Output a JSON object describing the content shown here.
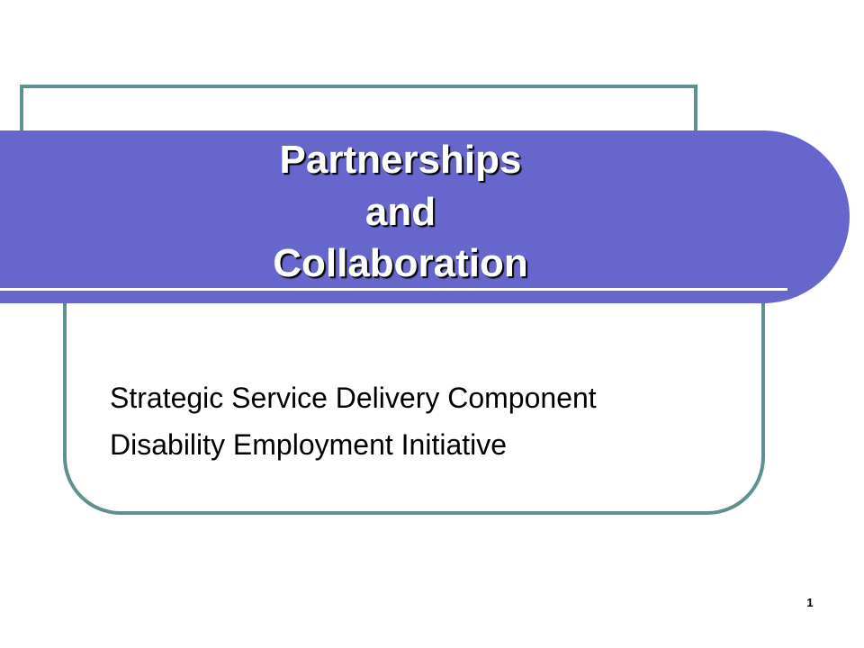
{
  "slide": {
    "title_lines": [
      "Partnerships",
      "and",
      "Collaboration"
    ],
    "subtitle_lines": [
      "Strategic Service Delivery Component",
      "Disability Employment Initiative"
    ],
    "slide_number": "1"
  },
  "colors": {
    "title_band": "#6666cc",
    "frame_border": "#5f8f8f",
    "title_text": "#ffffff",
    "body_text": "#000000",
    "background": "#ffffff"
  }
}
